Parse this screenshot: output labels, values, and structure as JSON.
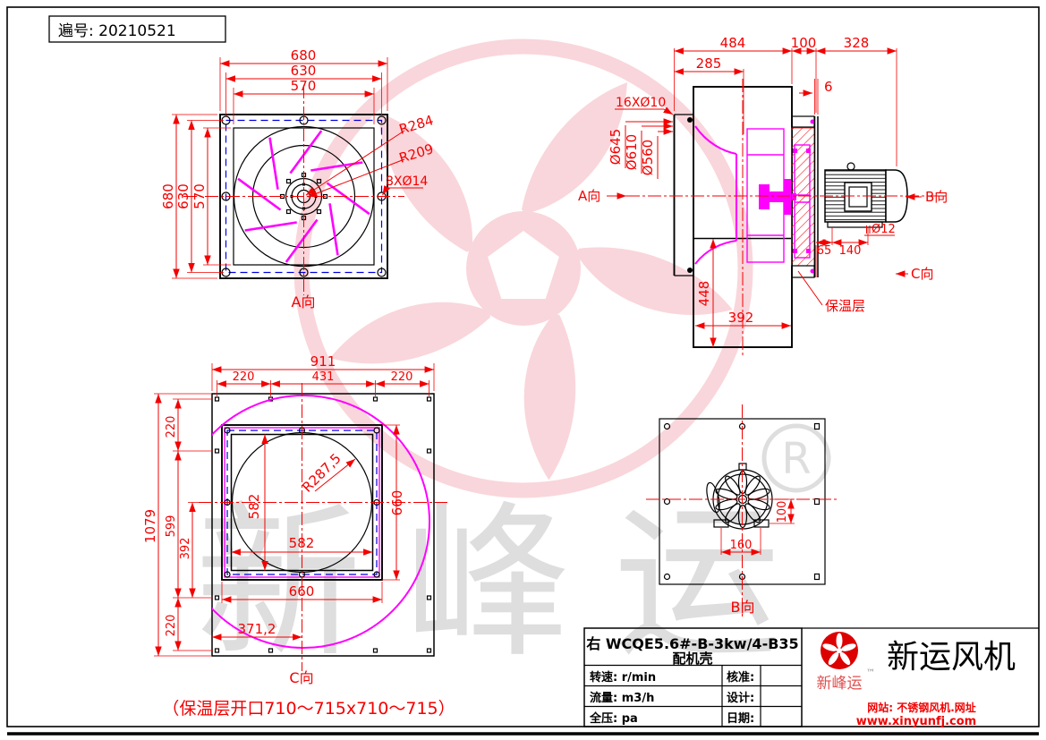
{
  "page": {
    "serial": "遍号: 20210521"
  },
  "watermark": {
    "brand": "新峰运",
    "registered": "R"
  },
  "view_a": {
    "label": "A向",
    "dim_680": "680",
    "dim_630": "630",
    "dim_570": "570",
    "dim_680_l": "680",
    "dim_630_l": "630",
    "dim_570_l": "570",
    "r1": "R284",
    "r2": "R209",
    "holes": "8XØ14"
  },
  "view_side": {
    "dim_484": "484",
    "dim_100": "100",
    "dim_328": "328",
    "dim_285": "285",
    "dim_6": "6",
    "holes": "16XØ10",
    "d1": "Ø645",
    "d2": "Ø610",
    "d3": "Ø560",
    "label_a": "A向",
    "label_b": "B向",
    "label_c": "C向",
    "phi12": "Ø12",
    "dim_65": "65",
    "dim_140": "140",
    "dim_448": "448",
    "dim_392": "392",
    "insulation": "保温层"
  },
  "view_c": {
    "label": "C向",
    "dim_911": "911",
    "dim_220a": "220",
    "dim_431": "431",
    "dim_220b": "220",
    "dim_220l": "220",
    "dim_599": "599",
    "dim_392": "392",
    "dim_220lb": "220",
    "dim_1079": "1079",
    "radius": "R287,5",
    "dim_582v": "582",
    "dim_582h": "582",
    "dim_660v": "660",
    "dim_660h": "660",
    "dim_371": "371,2",
    "note": "（保温层开口710～715x710～715）"
  },
  "view_b": {
    "label": "B向",
    "dim_160": "160",
    "dim_100": "100"
  },
  "title_block": {
    "line1": "右 WCQE5.6#-B-3kw/4-B35",
    "line2": "配机壳",
    "speed_label": "转速: r/min",
    "flow_label": "流量: m3/h",
    "pressure_label": "全压: pa",
    "approve_label": "核准:",
    "design_label": "设计:",
    "date_label": "日期:"
  },
  "brand": {
    "logo_text": "新峰运",
    "tm": "™",
    "name": "新运风机",
    "site": "网站: 不锈钢风机.网址",
    "url": "www.xinyunfj.com"
  },
  "colors": {
    "dim_red": "#f30000",
    "magenta": "#ff00ff",
    "bolt_blue": "#0000e0",
    "watermark_pink": "#f9d6db",
    "watermark_gray": "#dedede",
    "logo_red": "#dd0000"
  }
}
